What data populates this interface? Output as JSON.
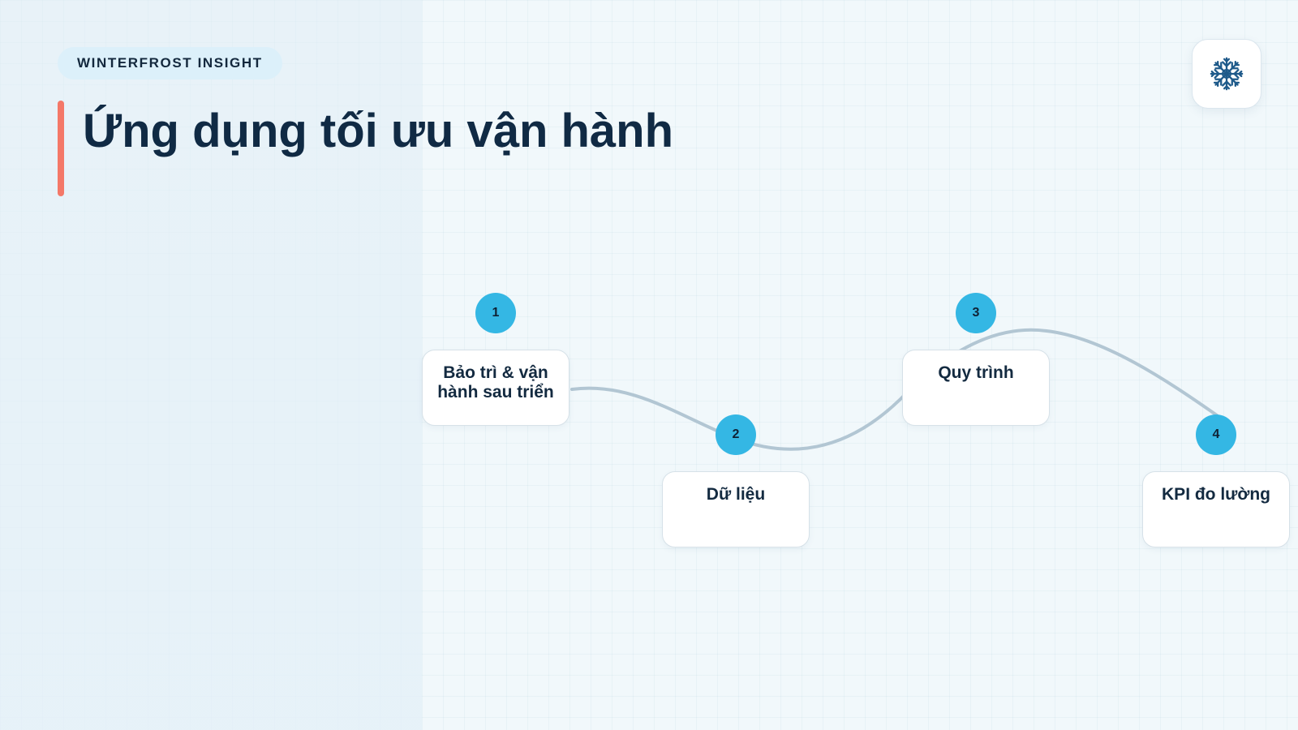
{
  "brand": {
    "label": "WINTERFROST INSIGHT"
  },
  "header": {
    "title": "Ứng dụng tối ưu vận hành"
  },
  "logo": {
    "icon": "snowflake-icon",
    "color": "#1f5a8a"
  },
  "colors": {
    "accent": "#f47868",
    "marker": "#34b7e4",
    "title": "#102a44",
    "connector": "#b2c6d3"
  },
  "steps": [
    {
      "number": "1",
      "label": "Bảo trì & vận hành sau triển"
    },
    {
      "number": "2",
      "label": "Dữ liệu"
    },
    {
      "number": "3",
      "label": "Quy trình"
    },
    {
      "number": "4",
      "label": "KPI đo lường"
    }
  ]
}
